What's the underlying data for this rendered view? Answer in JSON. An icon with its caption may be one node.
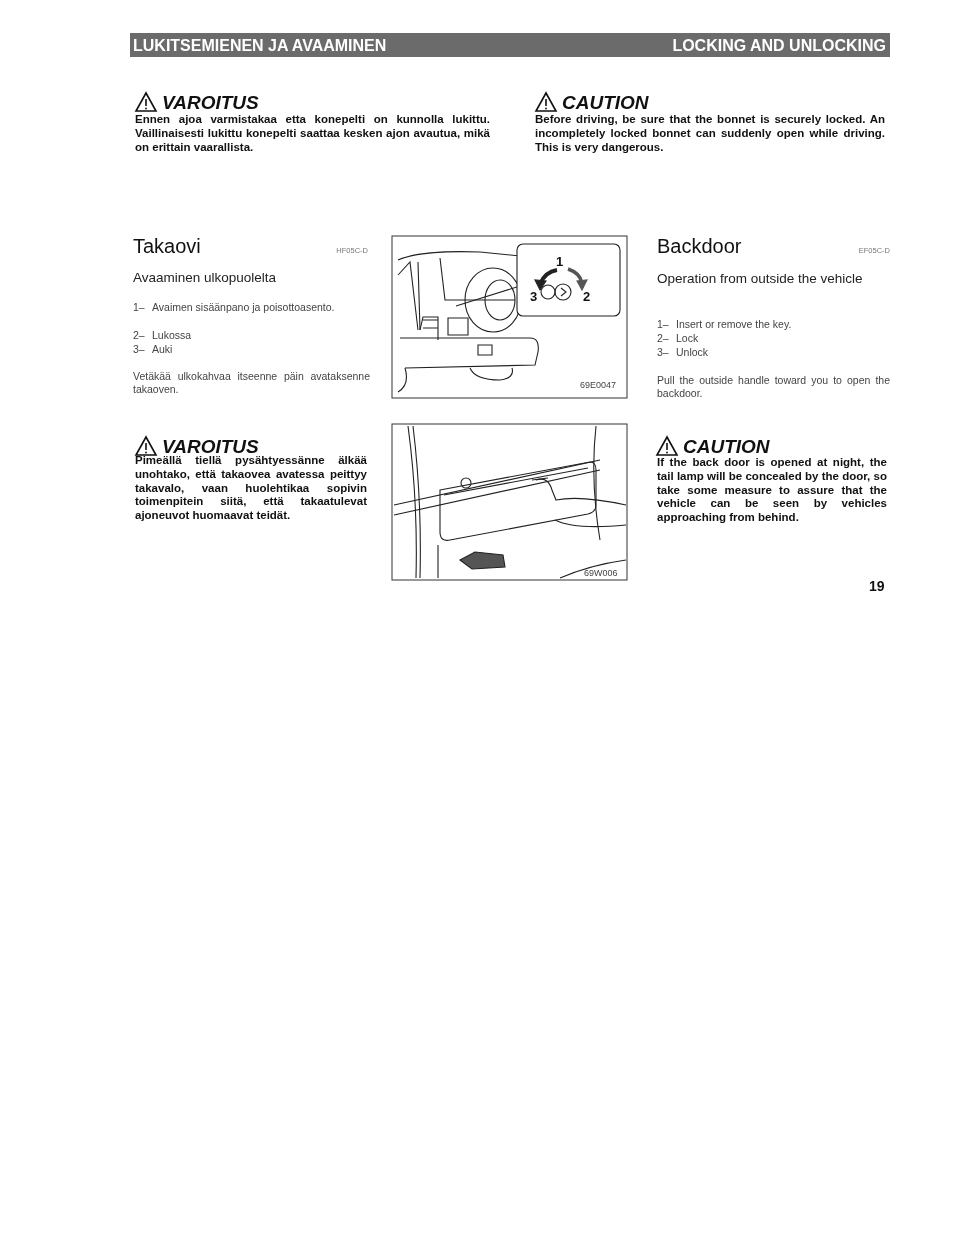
{
  "diagram": {
    "labels": [
      "LUKITSEMIENEN JA AVAAMINEN",
      "LOCKING AND UNLOCKING",
      "VAROITUS",
      "Ennen ajoa varmistakaa etta konepelti on kunnolla lukittu. Vaillinaisesti lukittu konepelti saattaa kesken ajon avautua, mikä on erittain vaarallista.",
      "CAUTION",
      "Before driving, be sure that the bonnet is securely locked. An incompletely locked bonnet can suddenly open while driving. This is very dangerous.",
      "Takaovi",
      "HF05C-D",
      "Avaaminen ulkopuolelta",
      "1–",
      "Avaimen sisäänpano ja poisottoasento.",
      "2–",
      "Lukossa",
      "3–",
      "Auki",
      "Vetäkää ulkokahvaa itseenne päin avataksenne takaoven.",
      "1",
      "3",
      "2",
      "69E0047",
      "Backdoor",
      "EF05C-D",
      "Operation from outside the vehicle",
      "1–",
      "Insert or remove the key.",
      "2–",
      "Lock",
      "3–",
      "Unlock",
      "Pull the outside handle toward you to open the backdoor.",
      "VAROITUS",
      "Pimeällä tiellä pysähtyessänne älkää unohtako, että takaovea avatessa peittyy takavalo, vaan huolehtikaa sopivin toimenpitein siitä, että takaatulevat ajoneuvot huomaavat teidät.",
      "69W006",
      "CAUTION",
      "If the back door is opened at night, the tail lamp will be concealed by the door, so take some measure to assure that the vehicle can be seen by vehicles approaching from behind.",
      "19"
    ]
  }
}
